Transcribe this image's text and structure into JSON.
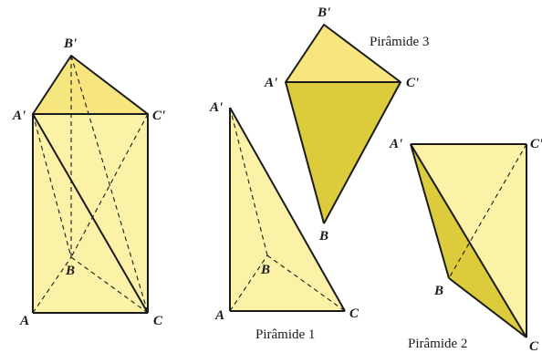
{
  "colors": {
    "face_light": "#fbf2a8",
    "face_medium": "#f7e680",
    "face_dark": "#dccb3a",
    "edge": "#1a1a1a"
  },
  "prism": {
    "labels": {
      "A": "A",
      "B": "B",
      "C": "C",
      "A_prime": "A'",
      "B_prime": "B'",
      "C_prime": "C'"
    }
  },
  "pyramid1": {
    "caption": "Pirâmide 1",
    "labels": {
      "A": "A",
      "B": "B",
      "C": "C",
      "A_prime": "A'"
    }
  },
  "pyramid2": {
    "caption": "Pirâmide 2",
    "labels": {
      "A_prime": "A'",
      "C_prime": "C'",
      "B": "B",
      "C": "C"
    }
  },
  "pyramid3": {
    "caption": "Pirâmide 3",
    "labels": {
      "A_prime": "A'",
      "B_prime": "B'",
      "C_prime": "C'",
      "B": "B"
    }
  }
}
